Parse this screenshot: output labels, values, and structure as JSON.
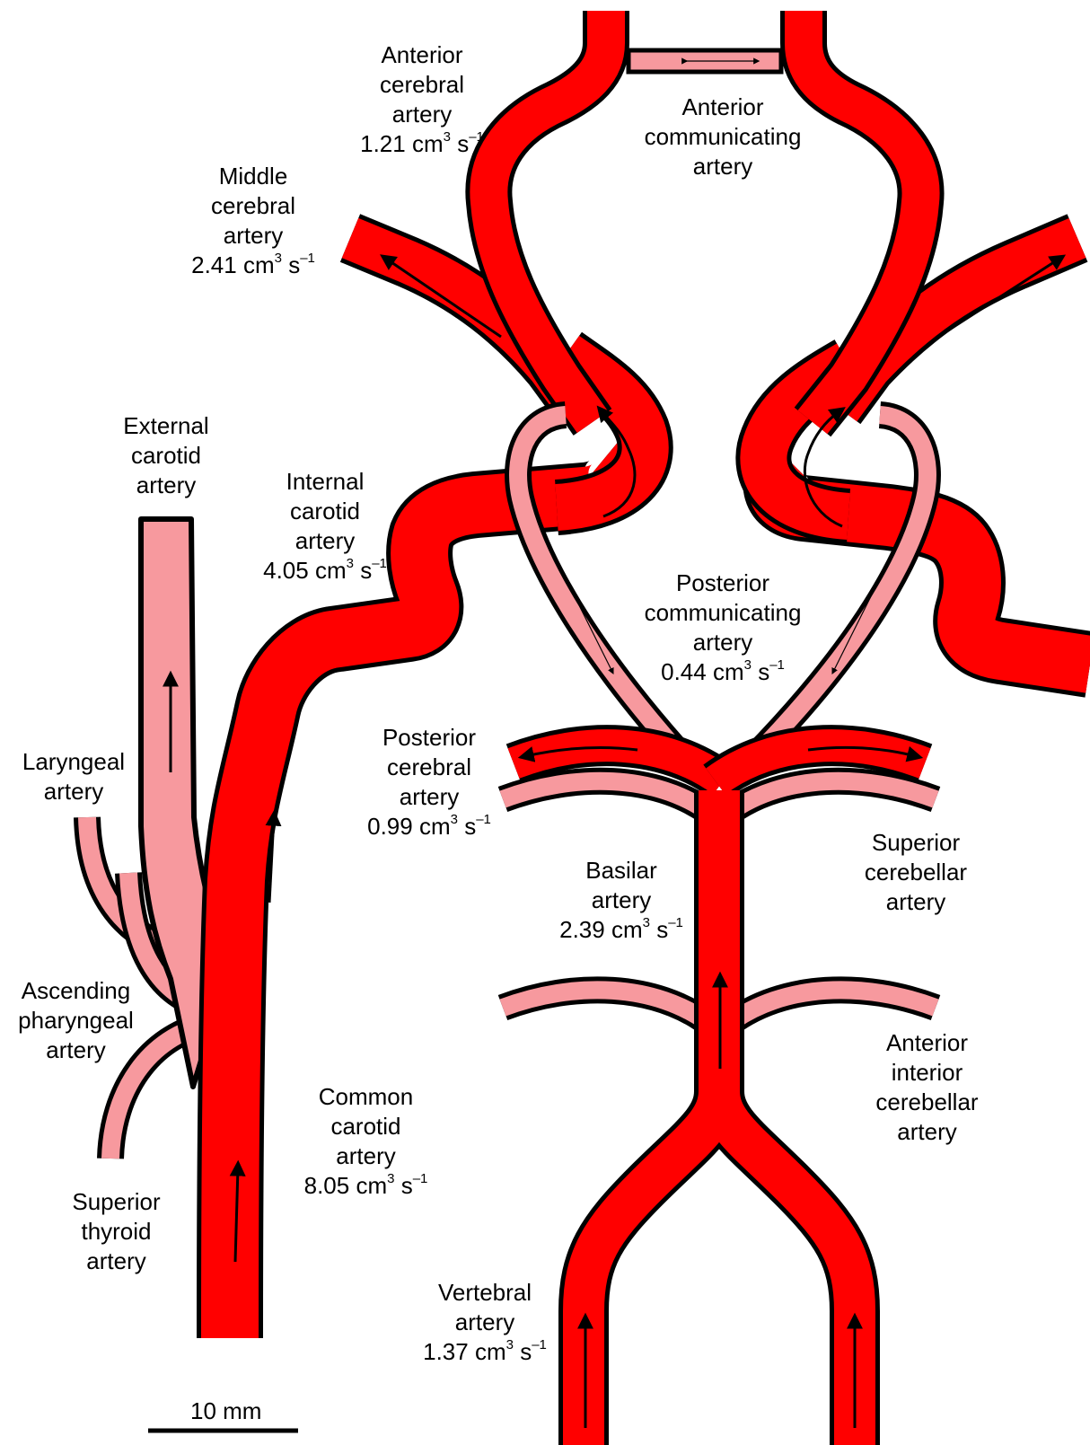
{
  "labels": {
    "anterior_cerebral": {
      "lines": [
        "Anterior",
        "cerebral",
        "artery"
      ],
      "flow": {
        "value": "1.21",
        "unit": "cm",
        "exp": "3",
        "tail": " s",
        "tail_exp": "–1"
      }
    },
    "anterior_communicating": {
      "lines": [
        "Anterior",
        "communicating",
        "artery"
      ]
    },
    "middle_cerebral": {
      "lines": [
        "Middle",
        "cerebral",
        "artery"
      ],
      "flow": {
        "value": "2.41",
        "unit": "cm",
        "exp": "3",
        "tail": " s",
        "tail_exp": "–1"
      }
    },
    "external_carotid": {
      "lines": [
        "External",
        "carotid",
        "artery"
      ]
    },
    "internal_carotid": {
      "lines": [
        "Internal",
        "carotid",
        "artery"
      ],
      "flow": {
        "value": "4.05",
        "unit": "cm",
        "exp": "3",
        "tail": " s",
        "tail_exp": "–1"
      }
    },
    "posterior_communicating": {
      "lines": [
        "Posterior",
        "communicating",
        "artery"
      ],
      "flow": {
        "value": "0.44",
        "unit": "cm",
        "exp": "3",
        "tail": " s",
        "tail_exp": "–1"
      }
    },
    "laryngeal": {
      "lines": [
        "Laryngeal",
        "artery"
      ]
    },
    "posterior_cerebral": {
      "lines": [
        "Posterior",
        "cerebral",
        "artery"
      ],
      "flow": {
        "value": "0.99",
        "unit": "cm",
        "exp": "3",
        "tail": " s",
        "tail_exp": "–1"
      }
    },
    "superior_cerebellar": {
      "lines": [
        "Superior",
        "cerebellar",
        "artery"
      ]
    },
    "basilar": {
      "lines": [
        "Basilar",
        "artery"
      ],
      "flow": {
        "value": "2.39",
        "unit": "cm",
        "exp": "3",
        "tail": " s",
        "tail_exp": "–1"
      }
    },
    "ascending_pharyngeal": {
      "lines": [
        "Ascending",
        "pharyngeal",
        "artery"
      ]
    },
    "anterior_inferior_cerebellar": {
      "lines": [
        "Anterior",
        "interior",
        "cerebellar",
        "artery"
      ]
    },
    "common_carotid": {
      "lines": [
        "Common",
        "carotid",
        "artery"
      ],
      "flow": {
        "value": "8.05",
        "unit": "cm",
        "exp": "3",
        "tail": " s",
        "tail_exp": "–1"
      }
    },
    "superior_thyroid": {
      "lines": [
        "Superior",
        "thyroid",
        "artery"
      ]
    },
    "vertebral": {
      "lines": [
        "Vertebral",
        "artery"
      ],
      "flow": {
        "value": "1.37",
        "unit": "cm",
        "exp": "3",
        "tail": " s",
        "tail_exp": "–1"
      }
    }
  },
  "scale_bar": {
    "label": "10 mm"
  },
  "colors": {
    "main_vessel": "#ff0000",
    "minor_vessel": "#f7999e",
    "outline": "#000000",
    "arrow": "#000000"
  }
}
